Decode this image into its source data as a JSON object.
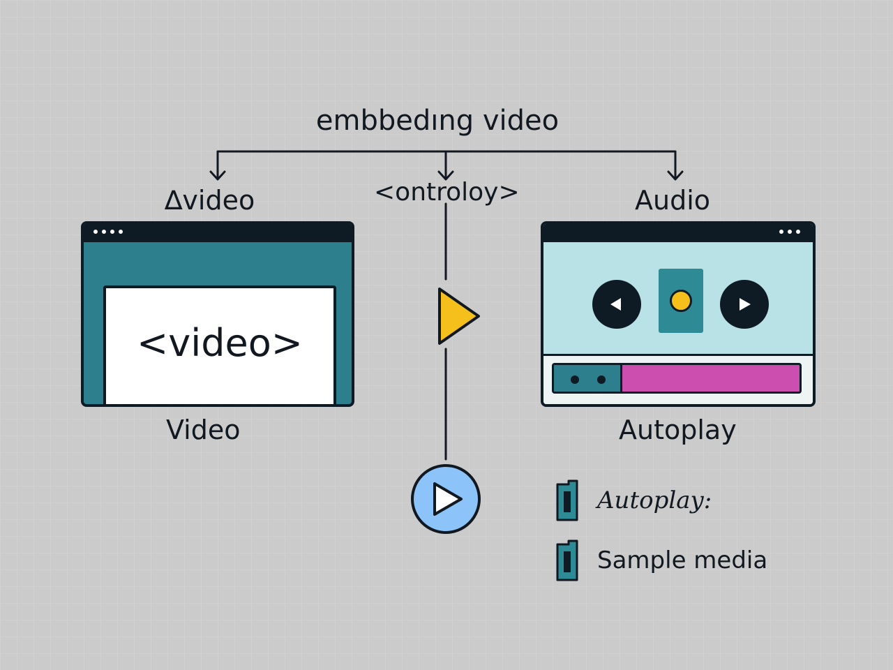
{
  "diagram": {
    "title": "embbedıng video",
    "left_label": "∆video",
    "middle_label": "<ontroloy>",
    "right_label": "Audio",
    "video_tag": "<video>",
    "video_caption": "Video",
    "autoplay_caption": "Autoplay"
  },
  "player": {
    "progress": 0.27
  },
  "legend": [
    {
      "label": "Autoplay:",
      "icon": "media-file-icon"
    },
    {
      "label": "Sample media",
      "icon": "media-file-icon"
    }
  ],
  "colors": {
    "teal": "#2e7f8d",
    "dark": "#0e1a24",
    "light_teal": "#b9e2e6",
    "yellow": "#f5bf1c",
    "magenta": "#cc4fb0",
    "blue": "#8cc3f8",
    "background": "#cbcbcb"
  }
}
